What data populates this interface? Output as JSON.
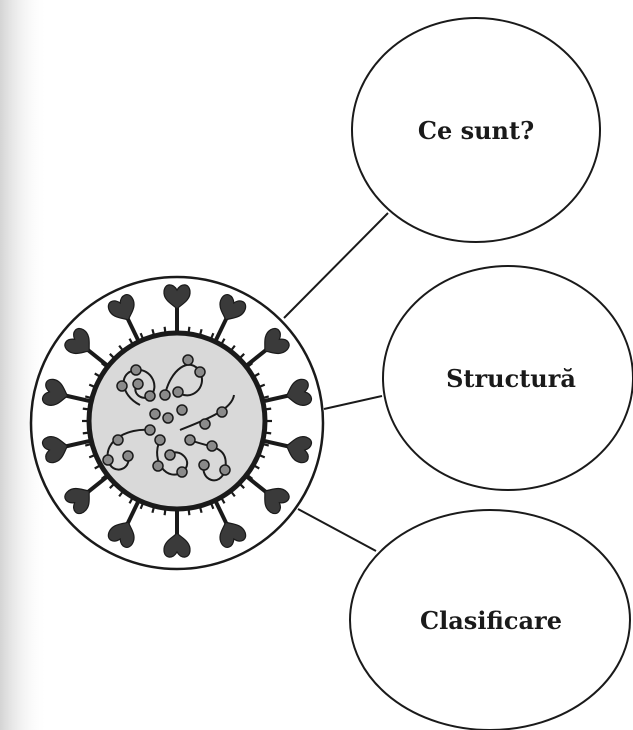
{
  "nodes": [
    {
      "id": "what",
      "label": "Ce sunt?"
    },
    {
      "id": "structure",
      "label": "Structură"
    },
    {
      "id": "classification",
      "label": "Clasificare"
    }
  ],
  "central_image": {
    "icon": "virus-icon"
  },
  "colors": {
    "ink": "#1a1a1a",
    "capsid_fill": "#d9d9d9",
    "bubble_fill": "#ffffff",
    "paper_edge": "#cfcfcf"
  }
}
